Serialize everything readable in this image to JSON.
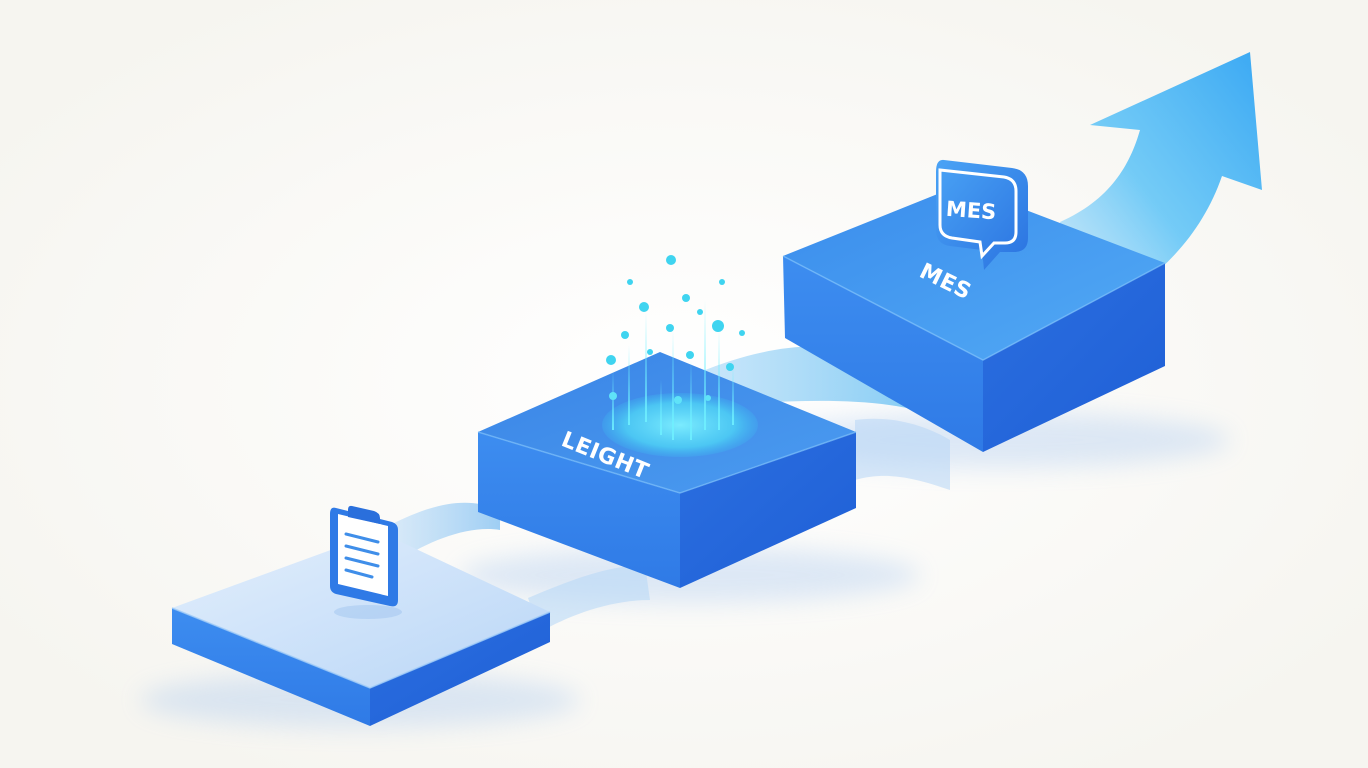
{
  "diagram": {
    "steps": [
      {
        "id": "step-1",
        "label": "",
        "icon": "clipboard-icon"
      },
      {
        "id": "step-2",
        "label": "LEIGHT",
        "icon": "data-particles-icon"
      },
      {
        "id": "step-3",
        "label": "MES",
        "icon": "mes-speech-badge-icon",
        "badge_text": "MES"
      }
    ],
    "arrow": {
      "icon": "growth-arrow-icon"
    },
    "colors": {
      "background": "#fbfaf6",
      "top_light": "#cfe4fb",
      "top_mid": "#3f8ee9",
      "side_dark": "#2a6fdc",
      "accent_cyan": "#3fd4f0",
      "arrow": "#45b6f5"
    }
  }
}
